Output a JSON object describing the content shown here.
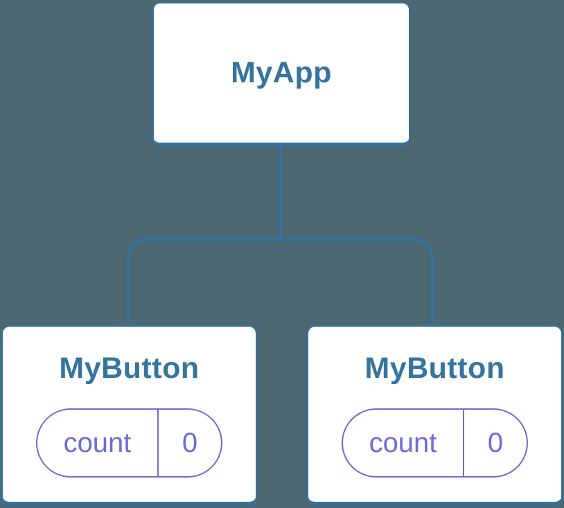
{
  "colors": {
    "background": "#4C6872",
    "node_fill": "#FFFFFF",
    "connector_blue": "#3174A4",
    "label_blue": "#35749E",
    "state_purple": "#6C6CD8"
  },
  "tree": {
    "root": {
      "label": "MyApp"
    },
    "children": [
      {
        "label": "MyButton",
        "state_pill": {
          "name": "count",
          "value": "0"
        }
      },
      {
        "label": "MyButton",
        "state_pill": {
          "name": "count",
          "value": "0"
        }
      }
    ]
  }
}
